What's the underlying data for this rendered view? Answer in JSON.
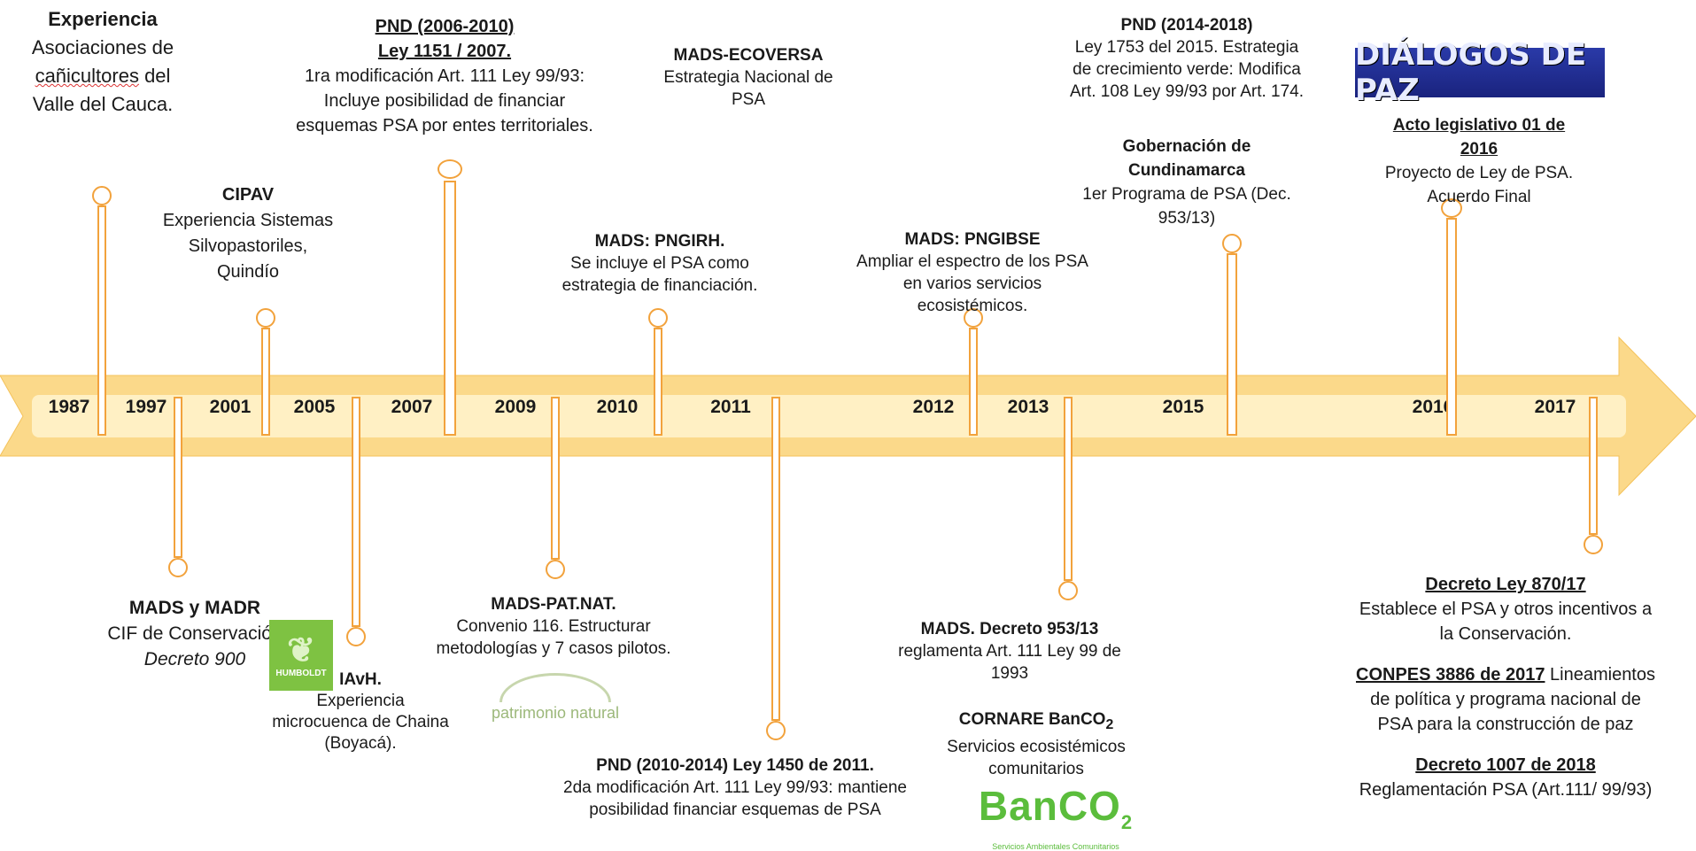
{
  "colors": {
    "arrow_outer": "#fbd98a",
    "arrow_band": "#fff0c4",
    "marker": "#f2a23c"
  },
  "years": [
    "1987",
    "1997",
    "2001",
    "2005",
    "2007",
    "2009",
    "2010",
    "2011",
    "2012",
    "2013",
    "2015",
    "2016",
    "2017"
  ],
  "events": {
    "e1987": {
      "title": "Experiencia",
      "line1": "Asociaciones de",
      "line2": "cañicultores",
      "line2b": " del",
      "line3": "Valle del Cauca."
    },
    "e1997": {
      "title": "MADS y MADR",
      "line1": "CIF de Conservación",
      "line2": "Decreto 900"
    },
    "e2001": {
      "title": "CIPAV",
      "line1": "Experiencia Sistemas",
      "line2": "Silvopastoriles,",
      "line3": "Quindío"
    },
    "e2005": {
      "title": "IAvH.",
      "line1": "Experiencia",
      "line2": "microcuenca de Chaina",
      "line3": "(Boyacá)."
    },
    "e2007": {
      "title1": "PND (2006-2010)",
      "title2": "Ley 1151 / 2007.",
      "line1": "1ra modificación Art. 111 Ley 99/93:",
      "line2": "Incluye posibilidad de financiar",
      "line3": "esquemas PSA por entes territoriales."
    },
    "e2009": {
      "title": "MADS-PAT.NAT.",
      "line1": "Convenio 116.  Estructurar",
      "line2": "metodologías y 7 casos pilotos."
    },
    "e2010": {
      "title": "MADS: PNGIRH.",
      "line1": "Se incluye el PSA como",
      "line2": "estrategia de financiación."
    },
    "eco": {
      "title": "MADS-ECOVERSA",
      "line1": "Estrategia Nacional de",
      "line2": "PSA"
    },
    "e2011": {
      "title": "PND (2010-2014) Ley 1450 de 2011.",
      "line1": "2da modificación Art. 111 Ley 99/93: mantiene",
      "line2": "posibilidad financiar esquemas de PSA"
    },
    "e2012": {
      "title": "MADS: PNGIBSE",
      "line1": "Ampliar el espectro de los PSA",
      "line2": "en varios servicios",
      "line3": "ecosistémicos."
    },
    "e2013": {
      "title": "MADS. Decreto 953/13",
      "line1": "reglamenta Art. 111 Ley 99 de",
      "line2": "1993"
    },
    "cornare": {
      "title": "CORNARE BanCO",
      "sub": "2",
      "line1": "Servicios ecosistémicos",
      "line2": "comunitarios"
    },
    "e2015": {
      "title1": "Gobernación de",
      "title2": "Cundinamarca",
      "line1": "1er Programa de PSA (Dec.",
      "line2": "953/13)"
    },
    "pnd2014": {
      "title": "PND (2014-2018)",
      "line1": "Ley 1753 del 2015. Estrategia",
      "line2": "de crecimiento verde: Modifica",
      "line3": "Art. 108 Ley 99/93 por Art. 174."
    },
    "e2016": {
      "title1": "Acto legislativo 01 de",
      "title2": "2016",
      "line1": "Proyecto de Ley de PSA.",
      "line2": "Acuerdo Final"
    },
    "e2017": {
      "d1_title": "Decreto Ley  870/17",
      "d1_line1": "Establece el PSA y otros incentivos a",
      "d1_line2": "la Conservación.",
      "c_title": "CONPES 3886 de 2017",
      "c_line1": " Lineamientos",
      "c_line2": "de política y programa nacional de",
      "c_line3": "PSA para la construcción de paz",
      "d2_title": "Decreto 1007 de 2018",
      "d2_line1": "Reglamentación PSA (Art.111/ 99/93)"
    }
  },
  "logos": {
    "dialogos": "DIÁLOGOS DE PAZ",
    "humboldt": "HUMBOLDT",
    "patrimonio": "patrimonio natural",
    "banco_word": "BanCO",
    "banco_sub": "2",
    "banco_tag": "Servicios Ambientales Comunitarios"
  }
}
